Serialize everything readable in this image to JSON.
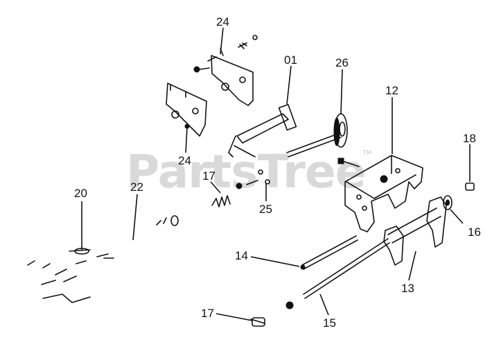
{
  "watermark": {
    "text": "PartsTree",
    "trademark": "TM"
  },
  "callouts": {
    "c24a": "24",
    "c24b": "24",
    "c01": "01",
    "c26": "26",
    "c12": "12",
    "c18": "18",
    "c17a": "17",
    "c25": "25",
    "c20": "20",
    "c22": "22",
    "c16": "16",
    "c14": "14",
    "c13": "13",
    "c17b": "17",
    "c15": "15"
  }
}
